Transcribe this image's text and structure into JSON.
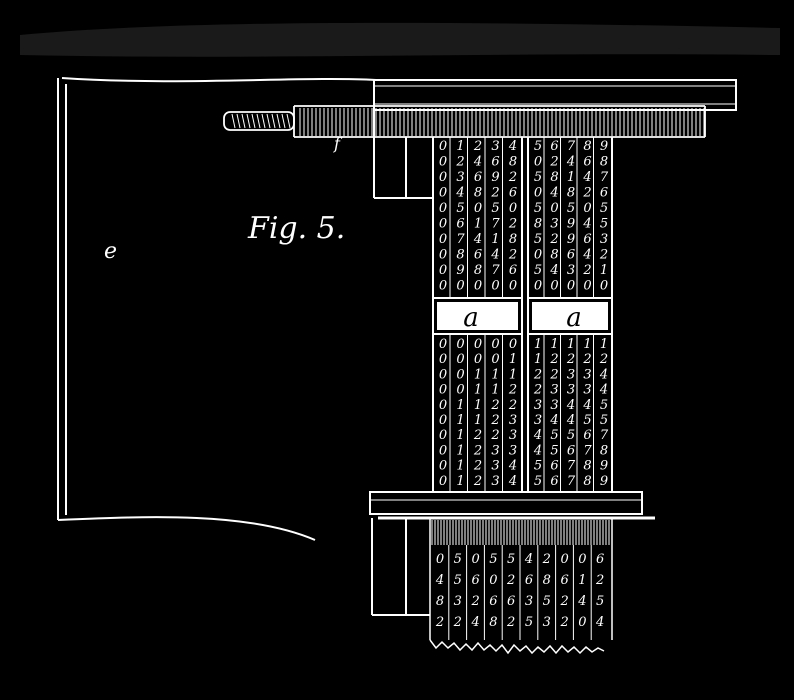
{
  "figure": {
    "title": "Fig. 5.",
    "label_e": "e",
    "label_f": "f",
    "label_a_left": "a",
    "label_a_right": "a"
  },
  "upper_digits": [
    "0123456789",
    "0246802468",
    "0369258147",
    "0482604826",
    "0505050505",
    "0617283945",
    "0741852963",
    "0864208642",
    "0987654321",
    "0000000000"
  ],
  "lower_digits": [
    "0000011111",
    "0000112222",
    "0011122334",
    "0011223334",
    "0112233445",
    "0112334455",
    "0122345567",
    "0123345678",
    "0123456789",
    "0123456789"
  ],
  "bottom_digits": [
    "0482",
    "5532",
    "0624",
    "5068",
    "5262",
    "4635",
    "2853",
    "0622",
    "0140",
    "6254"
  ],
  "colors": {
    "background": "#000000",
    "ink": "#ffffff"
  }
}
